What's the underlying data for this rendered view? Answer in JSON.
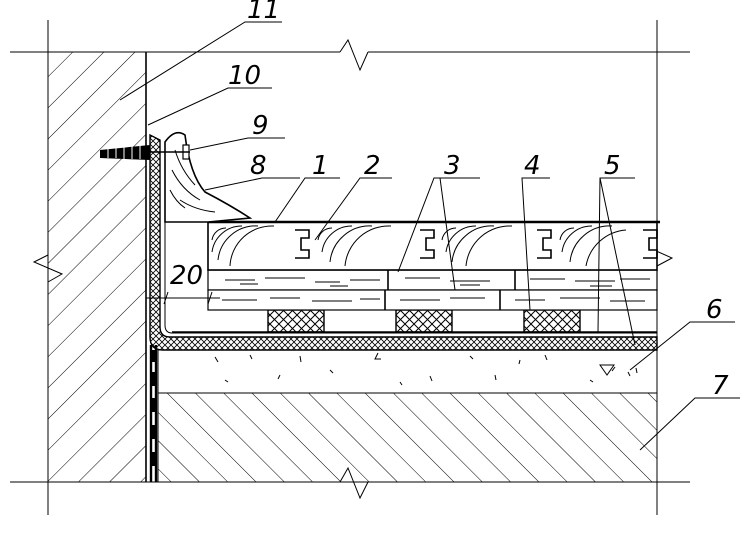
{
  "callouts": [
    {
      "id": "c1",
      "text": "1"
    },
    {
      "id": "c2",
      "text": "2"
    },
    {
      "id": "c3",
      "text": "3"
    },
    {
      "id": "c4",
      "text": "4"
    },
    {
      "id": "c5",
      "text": "5"
    },
    {
      "id": "c6",
      "text": "6"
    },
    {
      "id": "c7",
      "text": "7"
    },
    {
      "id": "c8",
      "text": "8"
    },
    {
      "id": "c9",
      "text": "9"
    },
    {
      "id": "c10",
      "text": "10"
    },
    {
      "id": "c11",
      "text": "11"
    }
  ],
  "dimension": {
    "text": "20"
  },
  "colors": {
    "ink": "#000000",
    "background": "#ffffff"
  }
}
